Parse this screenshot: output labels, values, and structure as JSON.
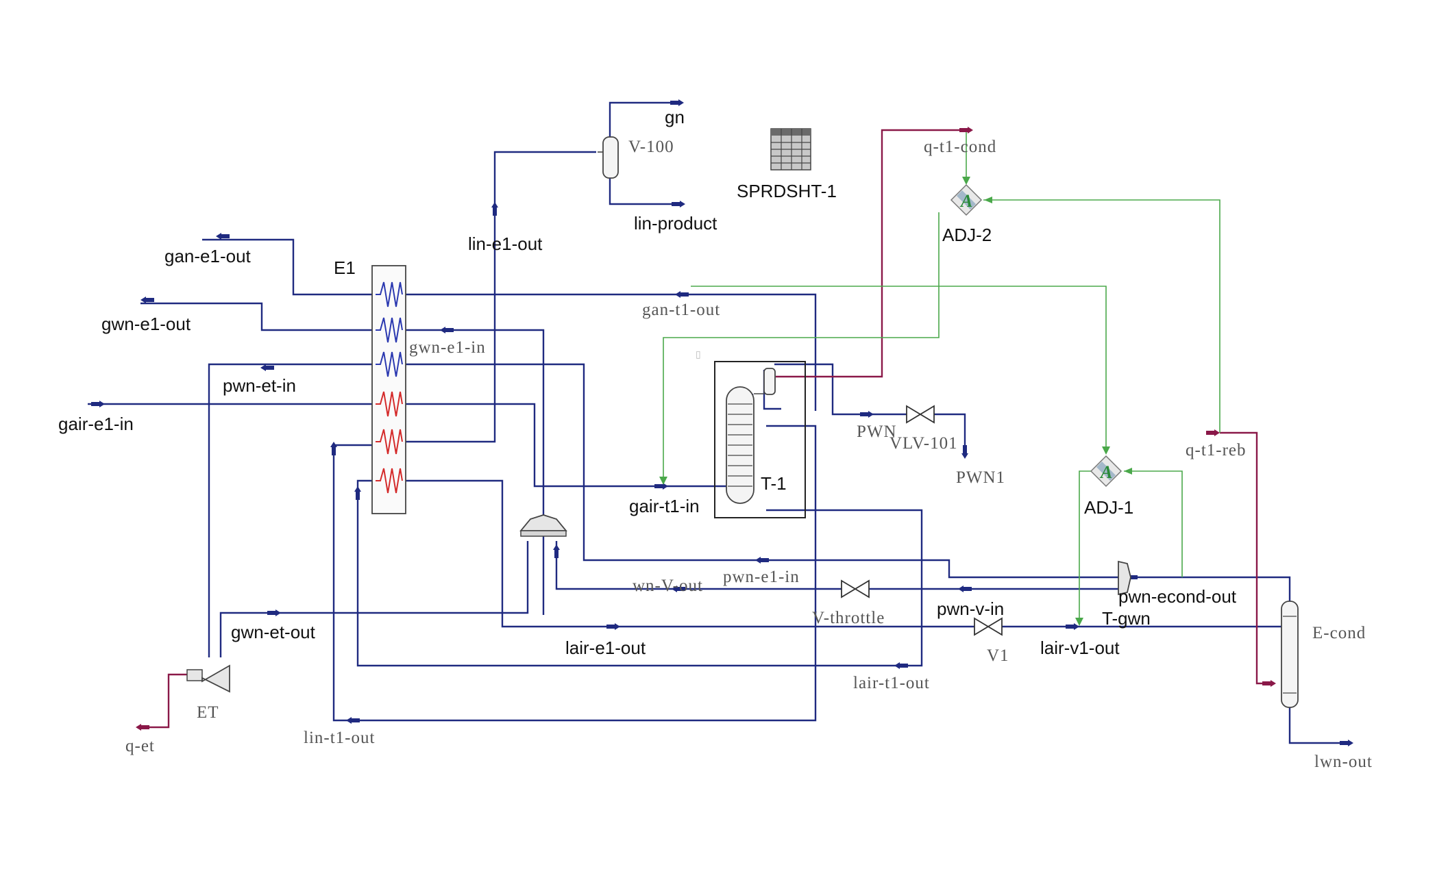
{
  "colors": {
    "material_stream": "#1f2a80",
    "energy_stream": "#8a1848",
    "logic_connection": "#4aa84a",
    "hot_coil": "#d42a2a",
    "cold_coil": "#2a38b0",
    "adjust_icon": "#2a8a3a"
  },
  "units": {
    "e1": "E1",
    "v100": "V-100",
    "sprdsht": "SPRDSHT-1",
    "adj2": "ADJ-2",
    "adj1": "ADJ-1",
    "t1": "T-1",
    "vlv101": "VLV-101",
    "v_throttle": "V-throttle",
    "v1": "V1",
    "et": "ET",
    "e_cond": "E-cond",
    "t_gwn": "T-gwn"
  },
  "streams": {
    "gn": "gn",
    "lin_product": "lin-product",
    "lin_e1_out": "lin-e1-out",
    "gan_e1_out": "gan-e1-out",
    "gwn_e1_out": "gwn-e1-out",
    "pwn_et_in": "pwn-et-in",
    "gair_e1_in": "gair-e1-in",
    "gan_t1_out": "gan-t1-out",
    "gwn_e1_in": "gwn-e1-in",
    "gair_t1_in": "gair-t1-in",
    "pwn": "PWN",
    "pwn1": "PWN1",
    "q_t1_cond": "q-t1-cond",
    "q_t1_reb": "q-t1-reb",
    "pwn_e1_in": "pwn-e1-in",
    "wn_v_out": "wn-V-out",
    "pwn_econd_out": "pwn-econd-out",
    "pwn_v_in": "pwn-v-in",
    "gwn_et_out": "gwn-et-out",
    "lair_e1_out": "lair-e1-out",
    "lair_v1_out": "lair-v1-out",
    "lair_t1_out": "lair-t1-out",
    "lin_t1_out": "lin-t1-out",
    "q_et": "q-et",
    "lwn_out": "lwn-out"
  },
  "icons": [
    "heat-exchanger-icon",
    "separator-icon",
    "spreadsheet-icon",
    "adjust-icon",
    "column-icon",
    "valve-icon",
    "expander-icon",
    "mixer-icon",
    "tee-icon",
    "condenser-vessel-icon"
  ]
}
